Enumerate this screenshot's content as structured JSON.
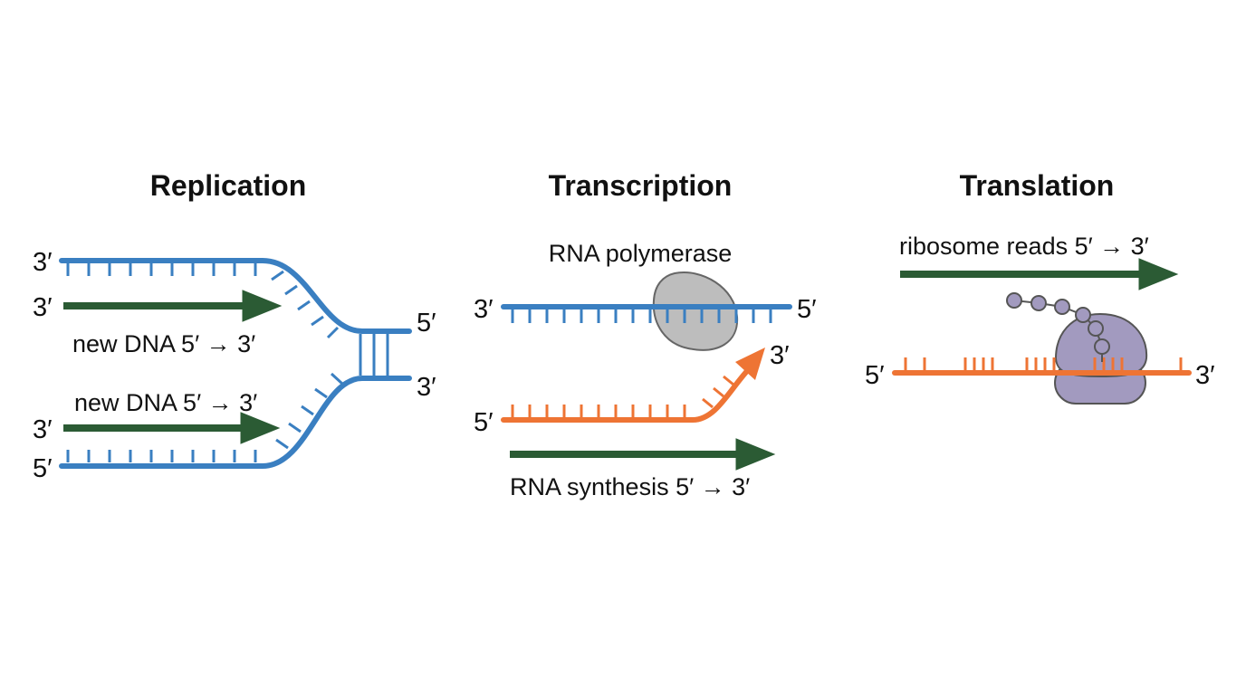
{
  "colors": {
    "dna_strand": "#3a7fc1",
    "rna_strand": "#ee7434",
    "direction_arrow": "#2b5b34",
    "rna_polymerase": "#bdbdbd",
    "ribosome": "#a29abf",
    "peptide_bead": "#a29abf"
  },
  "replication": {
    "title": "Replication",
    "strand_top_left_end": "3′",
    "new_top_left_end": "3′",
    "new_bottom_left_end": "3′",
    "strand_bottom_left_end": "5′",
    "fork_top_end": "5′",
    "fork_bottom_end": "3′",
    "new_top_label": "new DNA 5′ → 3′",
    "new_bottom_label": "new DNA 5′ → 3′"
  },
  "transcription": {
    "title": "Transcription",
    "enzyme_label": "RNA polymerase",
    "template_left_end": "3′",
    "template_right_end": "5′",
    "rna_left_end": "5′",
    "rna_tip_end": "3′",
    "synthesis_label": "RNA synthesis 5′ → 3′"
  },
  "translation": {
    "title": "Translation",
    "reads_label": "ribosome reads 5′ → 3′",
    "mrna_left_end": "5′",
    "mrna_right_end": "3′"
  }
}
